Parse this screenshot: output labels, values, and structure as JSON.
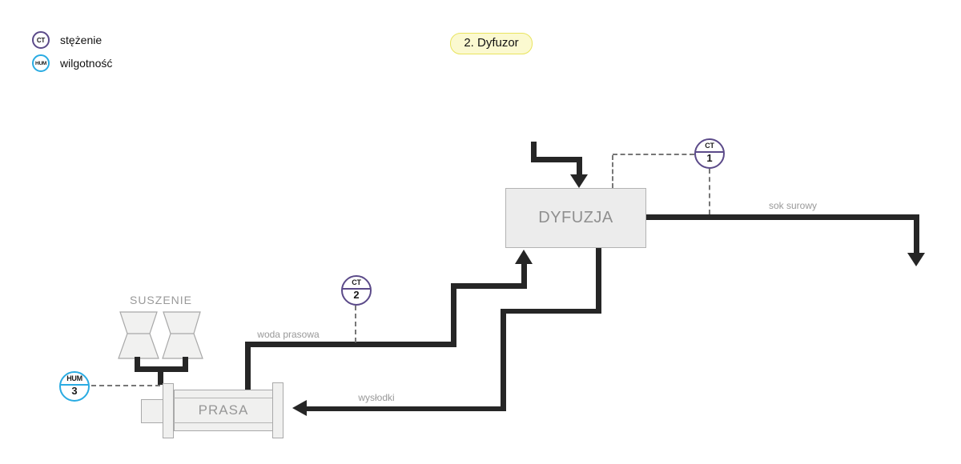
{
  "title": "2. Dyfuzor",
  "legend": {
    "items": [
      {
        "symbol": "CT",
        "label": "stężenie"
      },
      {
        "symbol": "HUM",
        "label": "wilgotność"
      }
    ]
  },
  "blocks": {
    "dyfuzja": "DYFUZJA",
    "prasa": "PRASA",
    "suszenie": "SUSZENIE"
  },
  "flows": {
    "sok_surowy": "sok surowy",
    "woda_prasowa": "woda prasowa",
    "wyslodki": "wysłodki"
  },
  "instruments": [
    {
      "type": "CT",
      "tag": "1",
      "color": "#5b4a89"
    },
    {
      "type": "CT",
      "tag": "2",
      "color": "#5b4a89"
    },
    {
      "type": "HUM",
      "tag": "3",
      "color": "#29abe2"
    }
  ],
  "colors": {
    "flow_line": "#262626",
    "dashed_link": "#777777",
    "equipment_fill": "#f0f0ef",
    "equipment_border": "#a9a9a9",
    "block_label": "#8f8f8f",
    "flow_label": "#999999",
    "title_bg": "#fbf9d0",
    "title_border": "#e9e45e",
    "ct_purple": "#5b4a89",
    "hum_blue": "#29abe2"
  }
}
